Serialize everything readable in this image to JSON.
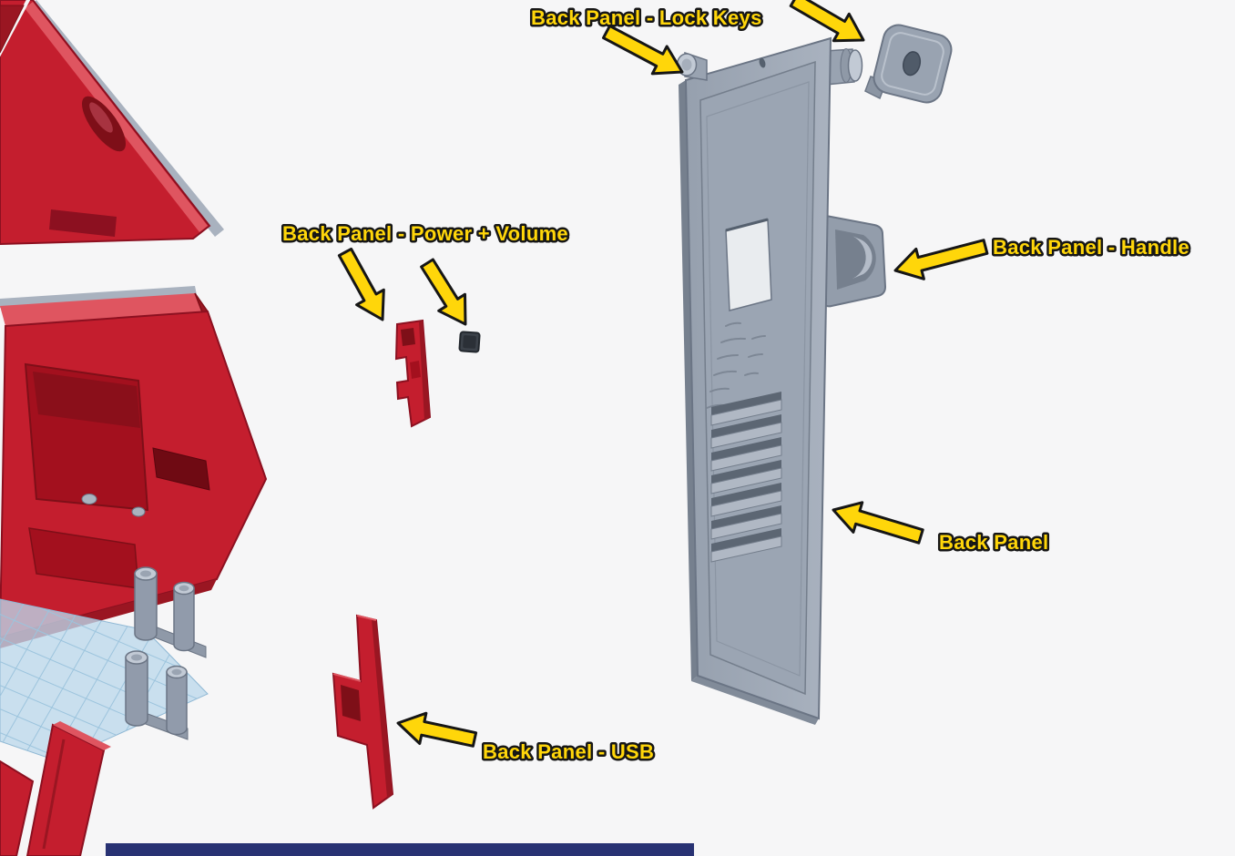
{
  "scene": {
    "background": "#f6f6f7"
  },
  "annotations": {
    "lock_keys": "Back Panel - Lock Keys",
    "power_volume": "Back Panel - Power + Volume",
    "handle": "Back Panel - Handle",
    "back_panel": "Back Panel",
    "usb": "Back Panel - USB"
  },
  "colors": {
    "label_yellow": "#ffd60a",
    "label_outline": "#161616",
    "part_red": "#c41e2e",
    "part_red_dark": "#8c1020",
    "part_red_deep": "#6f0a13",
    "part_red_light": "#df5560",
    "part_red_side": "#9a1622",
    "part_gray": "#9aa3b1",
    "part_gray_light": "#c2cad5",
    "part_gray_dark": "#6b7585",
    "workplane_blue": "#bcd9ec",
    "workplane_line_blue": "#9cc4dd",
    "bottom_bar_blue": "#283273"
  }
}
